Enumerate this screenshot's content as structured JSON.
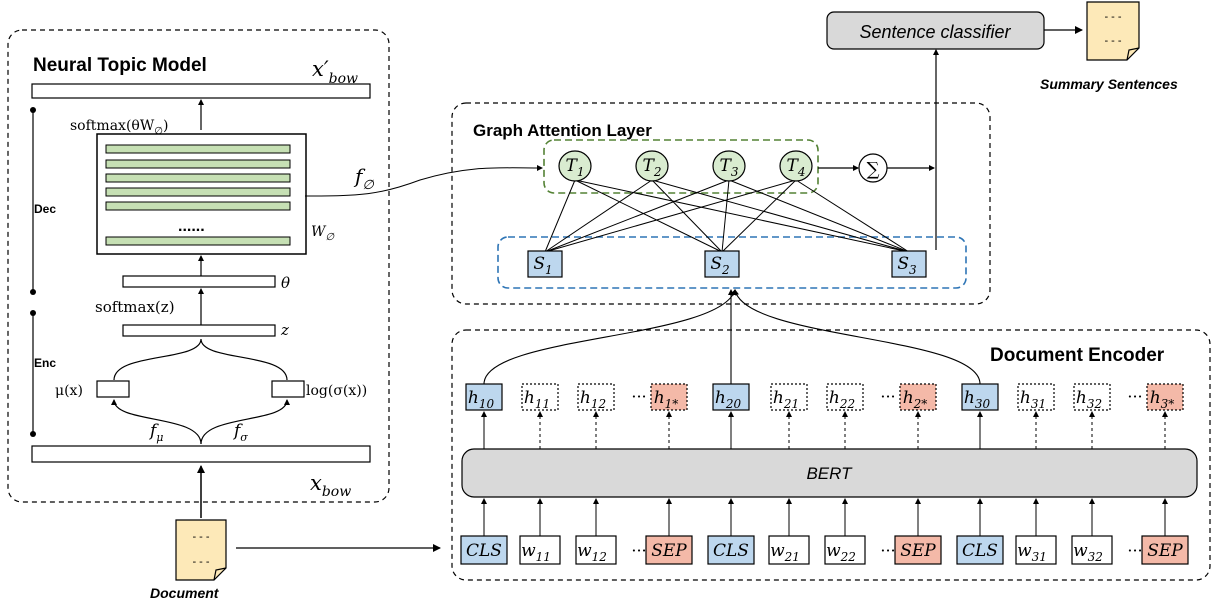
{
  "neural_topic_model": {
    "title": "Neural Topic Model",
    "x_bow_prime": "x′",
    "x_bow_prime_sub": "bow",
    "softmax_theta_w": "softmax(θW",
    "phi": "∅",
    "close_paren": ")",
    "dots": "......",
    "w_phi": "W",
    "f_phi": "f",
    "theta": "θ",
    "softmax_z": "softmax(z)",
    "z": "z",
    "mu_x": "μ(x)",
    "log_sigma": "log(σ(x))",
    "f_mu": "f",
    "mu_sub": "μ",
    "f_sigma": "f",
    "sigma_sub": "σ",
    "x_bow": "x",
    "x_bow_sub": "bow",
    "dec_label": "Dec",
    "enc_label": "Enc"
  },
  "document": {
    "label": "Document",
    "lines": [
      "- - -",
      "- - -"
    ]
  },
  "graph_attention": {
    "title": "Graph Attention Layer",
    "topics": [
      {
        "base": "T",
        "sub": "1"
      },
      {
        "base": "T",
        "sub": "2"
      },
      {
        "base": "T",
        "sub": "3"
      },
      {
        "base": "T",
        "sub": "4"
      }
    ],
    "sum_symbol": "∑",
    "sentences": [
      {
        "base": "S",
        "sub": "1"
      },
      {
        "base": "S",
        "sub": "2"
      },
      {
        "base": "S",
        "sub": "3"
      }
    ]
  },
  "classifier": {
    "label": "Sentence classifier",
    "summary_label": "Summary Sentences",
    "summary_lines": [
      "- - -",
      "- - -"
    ]
  },
  "document_encoder": {
    "title": "Document Encoder",
    "bert_label": "BERT",
    "ellipsis": "···",
    "hidden": [
      {
        "base": "h",
        "sub": "10",
        "kind": "cls"
      },
      {
        "base": "h",
        "sub": "11",
        "kind": "tok"
      },
      {
        "base": "h",
        "sub": "12",
        "kind": "tok"
      },
      {
        "base": "h",
        "sub": "1*",
        "kind": "sep"
      },
      {
        "base": "h",
        "sub": "20",
        "kind": "cls"
      },
      {
        "base": "h",
        "sub": "21",
        "kind": "tok"
      },
      {
        "base": "h",
        "sub": "22",
        "kind": "tok"
      },
      {
        "base": "h",
        "sub": "2*",
        "kind": "sep"
      },
      {
        "base": "h",
        "sub": "30",
        "kind": "cls"
      },
      {
        "base": "h",
        "sub": "31",
        "kind": "tok"
      },
      {
        "base": "h",
        "sub": "32",
        "kind": "tok"
      },
      {
        "base": "h",
        "sub": "3*",
        "kind": "sep"
      }
    ],
    "tokens": [
      {
        "base": "CLS",
        "sub": "",
        "kind": "cls"
      },
      {
        "base": "w",
        "sub": "11",
        "kind": "tok"
      },
      {
        "base": "w",
        "sub": "12",
        "kind": "tok"
      },
      {
        "base": "SEP",
        "sub": "",
        "kind": "sep"
      },
      {
        "base": "CLS",
        "sub": "",
        "kind": "cls"
      },
      {
        "base": "w",
        "sub": "21",
        "kind": "tok"
      },
      {
        "base": "w",
        "sub": "22",
        "kind": "tok"
      },
      {
        "base": "SEP",
        "sub": "",
        "kind": "sep"
      },
      {
        "base": "CLS",
        "sub": "",
        "kind": "cls"
      },
      {
        "base": "w",
        "sub": "31",
        "kind": "tok"
      },
      {
        "base": "w",
        "sub": "32",
        "kind": "tok"
      },
      {
        "base": "SEP",
        "sub": "",
        "kind": "sep"
      }
    ]
  },
  "colors": {
    "cls_fill": "#bdd7ee",
    "sep_fill": "#f4b9a8",
    "topic_fill": "#d9ecd0",
    "bar_fill": "#c6e0b4",
    "bert_fill": "#d9d9d9",
    "note_fill": "#fde9b8",
    "topic_border": "#548235",
    "sent_border": "#2e75b6"
  }
}
